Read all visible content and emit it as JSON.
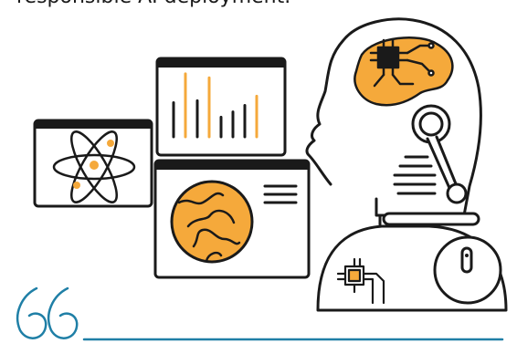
{
  "caption": {
    "text": "responsible AI deployment."
  },
  "colors": {
    "accent": "#F5A93B",
    "ink": "#1a1a1a",
    "quote": "#1F7FA6"
  },
  "icons": [
    "atom-icon",
    "bar-chart-icon",
    "globe-icon",
    "robot-head-icon",
    "chip-icon",
    "quote-mark-icon"
  ],
  "bars": {
    "values": [
      0.52,
      0.96,
      0.55,
      0.9,
      0.3,
      0.38,
      0.48,
      0.62
    ],
    "accents": [
      false,
      true,
      false,
      true,
      false,
      false,
      false,
      true
    ]
  }
}
